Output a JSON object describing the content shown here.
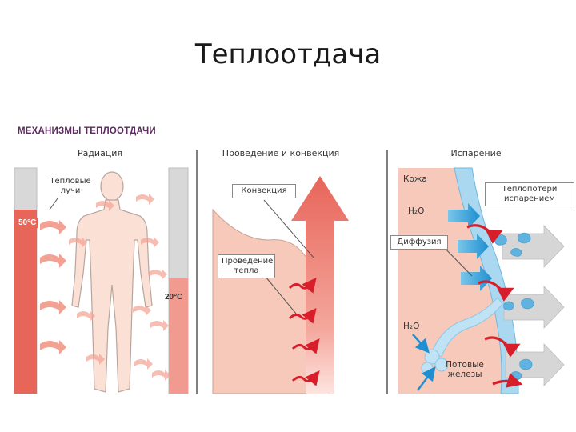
{
  "slide": {
    "title": "Теплоотдача"
  },
  "figure": {
    "title": "МЕХАНИЗМЫ ТЕПЛООТДАЧИ",
    "columns": {
      "radiation": "Радиация",
      "conduction": "Проведение и конвекция",
      "evaporation": "Испарение"
    },
    "radiation_panel": {
      "heat_rays": "Тепловые лучи",
      "temp_hot": "50°С",
      "temp_cold": "20°С"
    },
    "conduction_panel": {
      "convection": "Конвекция",
      "conduction": "Проведение тепла"
    },
    "evaporation_panel": {
      "skin": "Кожа",
      "water_top": "H₂O",
      "losses": "Теплопотери испарением",
      "diffusion": "Диффузия",
      "water_bottom": "H₂O",
      "sweat_glands": "Потовые железы"
    },
    "colors": {
      "hot": "#e8655a",
      "skin": "#f7c9ba",
      "arrow": "#d81e2a",
      "blue": "#2a9ad6",
      "gray_arrow": "#d9d9d9"
    }
  }
}
